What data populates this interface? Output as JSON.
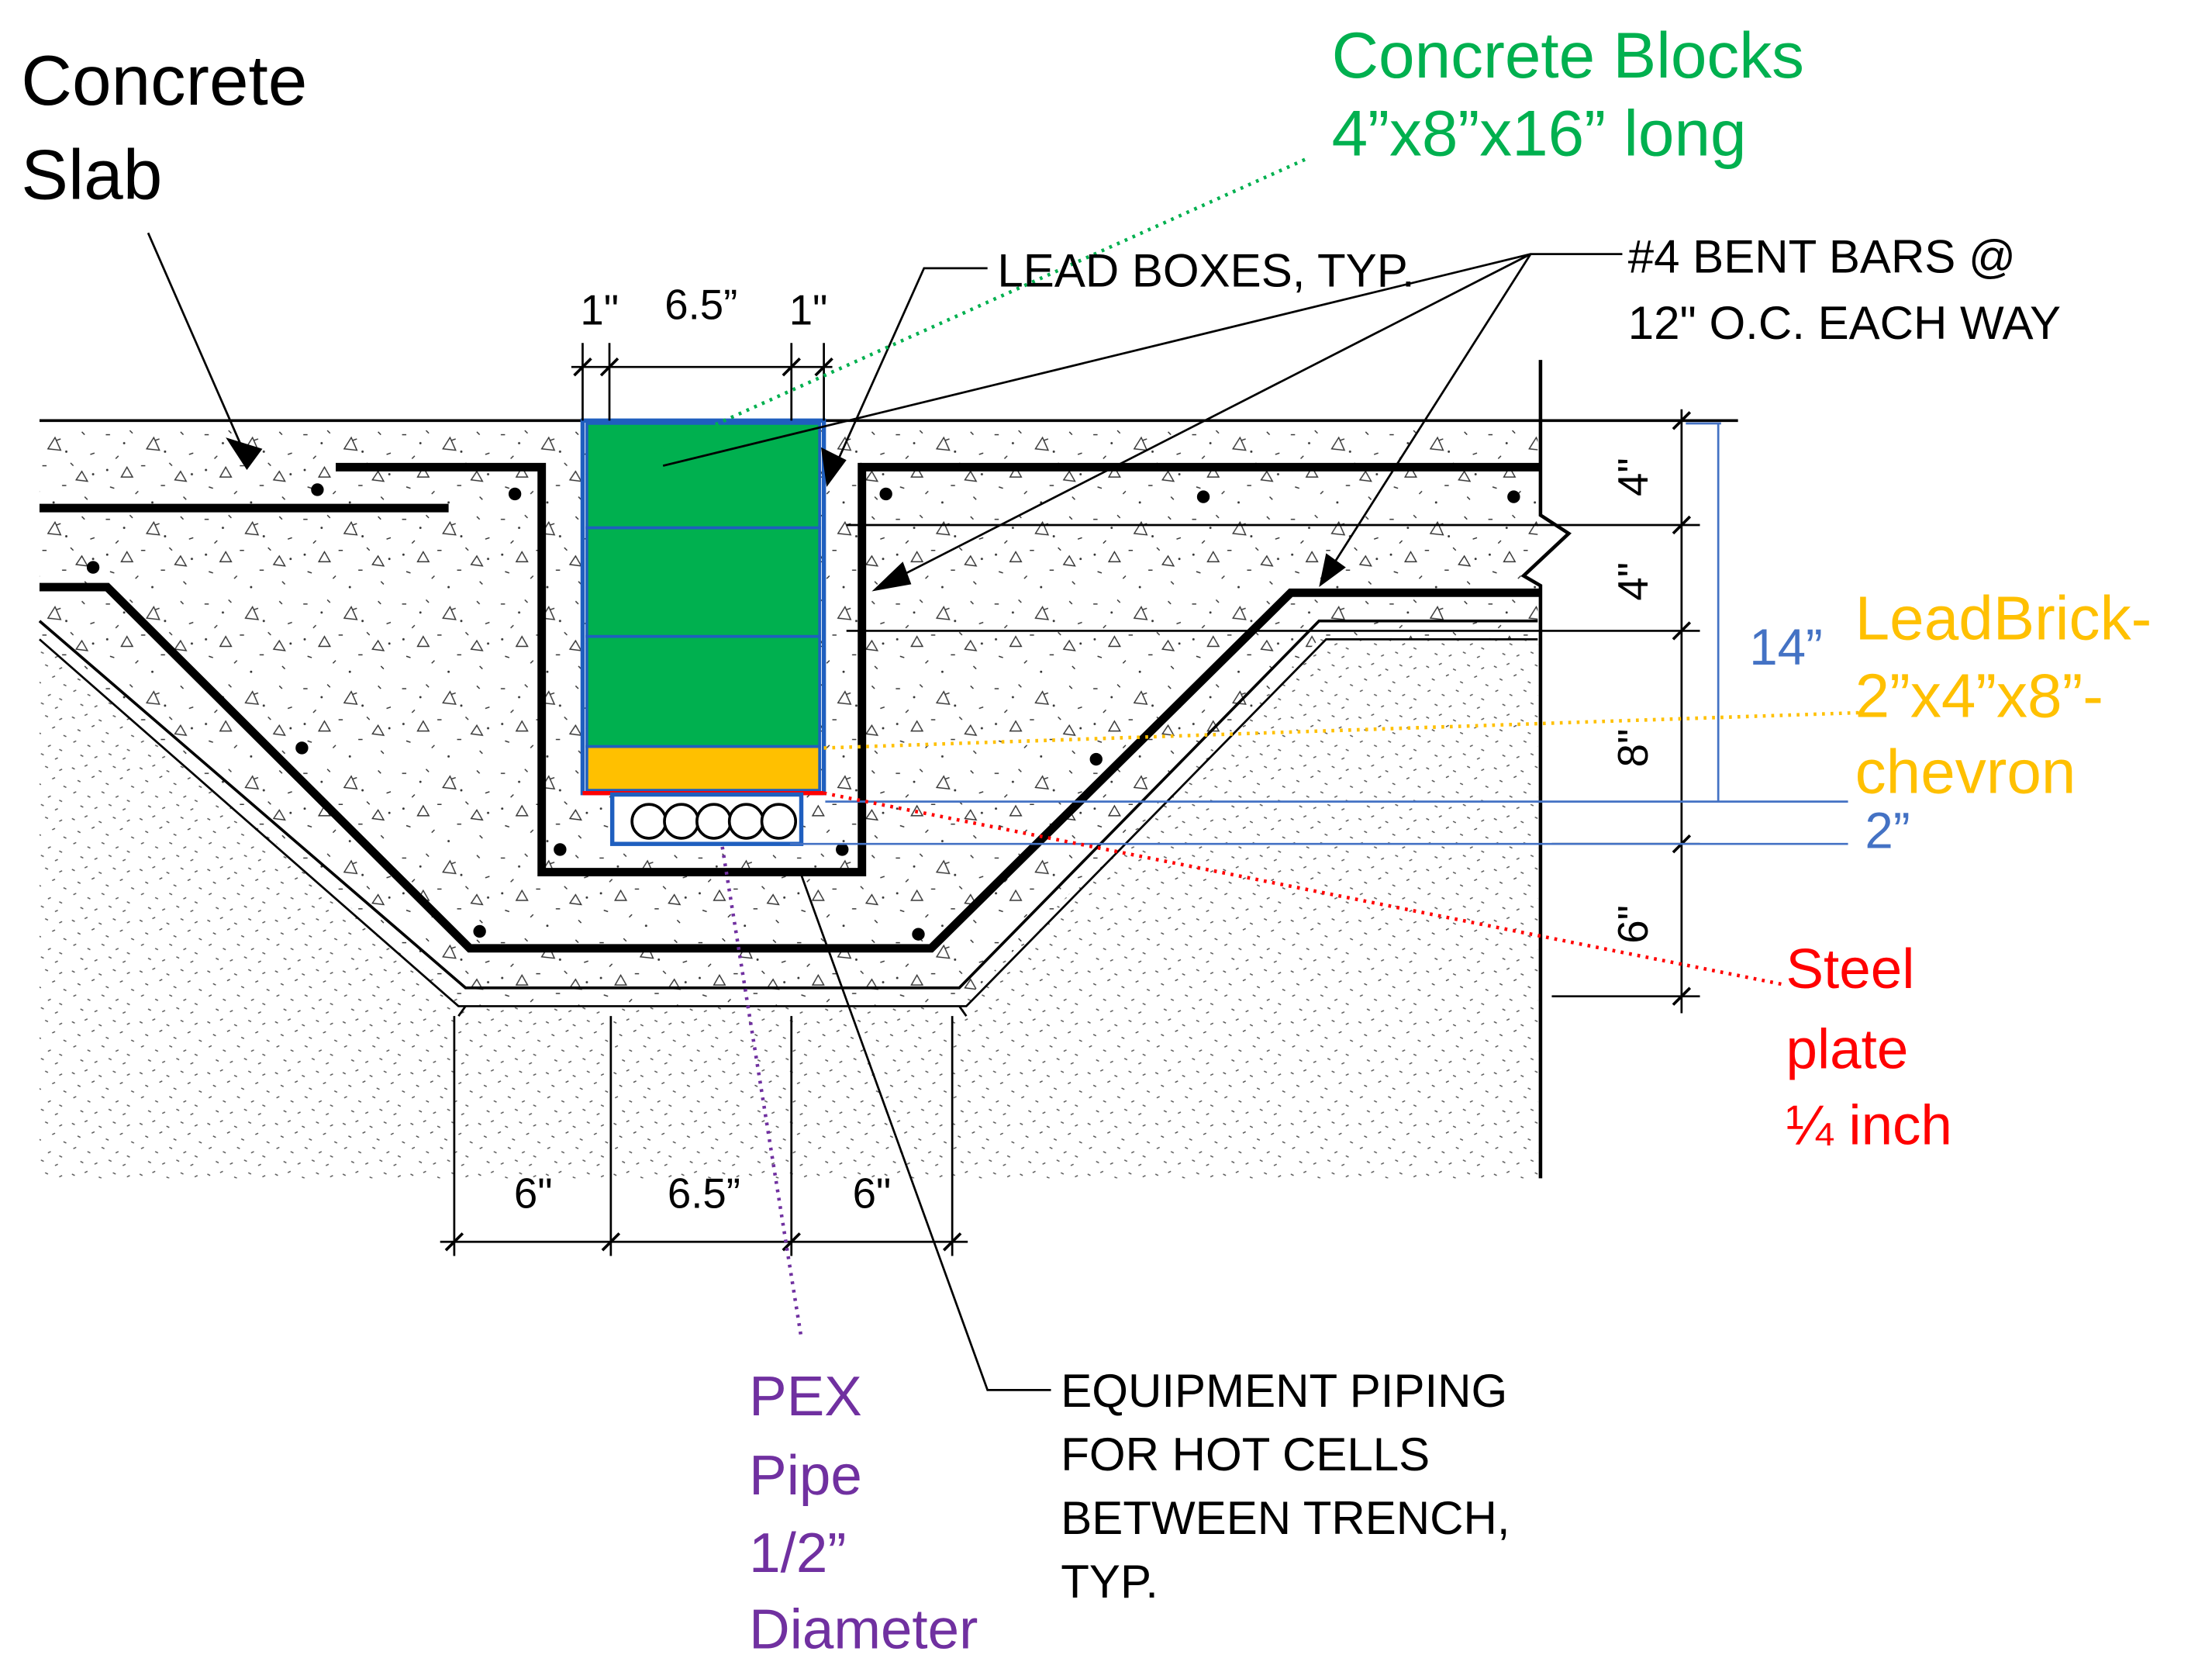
{
  "labels": {
    "concrete_slab": [
      "Concrete",
      "Slab"
    ],
    "concrete_blocks": [
      "Concrete Blocks",
      "4”x8”x16” long"
    ],
    "lead_boxes": "LEAD BOXES, TYP.",
    "bent_bars": [
      "#4 BENT BARS @",
      "12\" O.C. EACH WAY"
    ],
    "lead_brick": [
      "LeadBrick-",
      "2”x4”x8”-",
      "chevron"
    ],
    "steel_plate": [
      "Steel",
      "plate",
      "¼ inch"
    ],
    "pex_pipe": [
      "PEX",
      "Pipe",
      "1/2”",
      "Diameter"
    ],
    "equipment_piping": [
      "EQUIPMENT PIPING",
      "FOR HOT CELLS",
      "BETWEEN TRENCH,",
      "TYP."
    ]
  },
  "dimensions": {
    "top": [
      "1\"",
      "6.5”",
      "1\""
    ],
    "bottom": [
      "6\"",
      "6.5”",
      "6\""
    ],
    "right": [
      "4\"",
      "4\"",
      "8\"",
      "6\""
    ],
    "total_height": "14”",
    "pipe_gap": "2”"
  },
  "colors": {
    "concrete_blocks": "#00b04f",
    "lead_brick": "#ffc000",
    "steel_plate": "#ff0000",
    "pex": "#7030a0",
    "dimension_blue": "#4472c4",
    "box_outline": "#1f5fbf",
    "black": "#000000"
  }
}
